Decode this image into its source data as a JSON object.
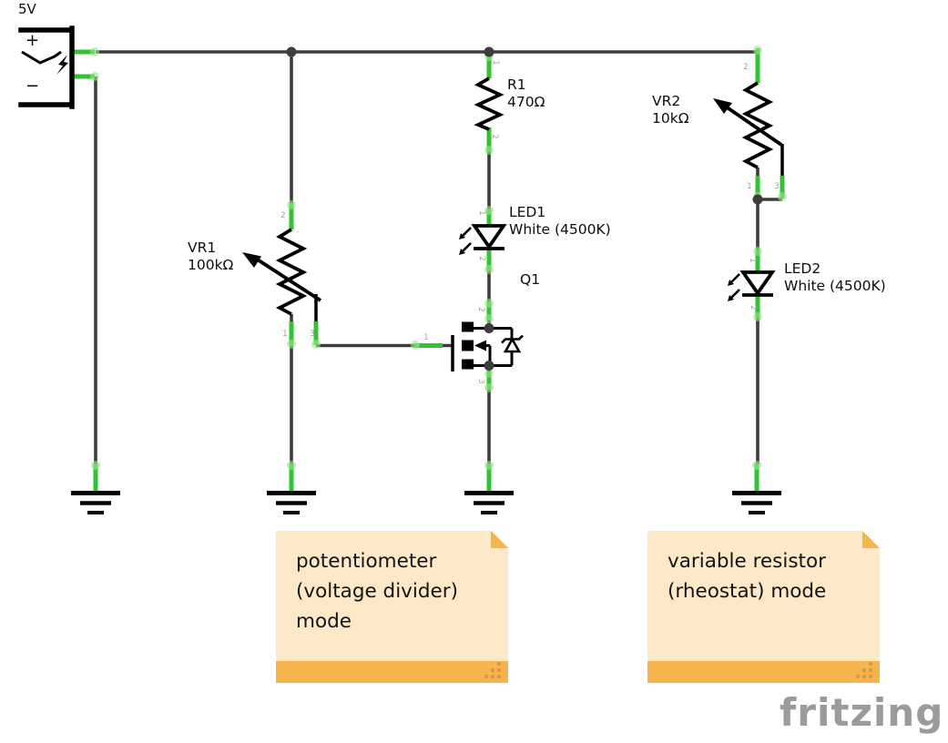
{
  "power_supply": {
    "label": "5V",
    "plus": "+",
    "minus": "−"
  },
  "components": {
    "r1": {
      "ref": "R1",
      "value": "470Ω",
      "pins": {
        "p1": "1",
        "p2": "2"
      }
    },
    "vr1": {
      "ref": "VR1",
      "value": "100kΩ",
      "pins": {
        "p1": "1",
        "p2": "2",
        "p3": "3"
      }
    },
    "vr2": {
      "ref": "VR2",
      "value": "10kΩ",
      "pins": {
        "p1": "1",
        "p2": "2",
        "p3": "3"
      }
    },
    "led1": {
      "ref": "LED1",
      "value": "White (4500K)",
      "pins": {
        "p1": "1",
        "p2": "2"
      }
    },
    "led2": {
      "ref": "LED2",
      "value": "White (4500K)",
      "pins": {
        "p1": "1",
        "p2": "2"
      }
    },
    "q1": {
      "ref": "Q1",
      "pins": {
        "p1": "1",
        "p2": "2",
        "p3": "3"
      }
    }
  },
  "notes": {
    "potentiometer_mode": {
      "text": "potentiometer\n(voltage divider)\nmode"
    },
    "rheostat_mode": {
      "text": "variable resistor\n(rheostat) mode"
    }
  },
  "watermark": {
    "text": "fritzing"
  },
  "colors": {
    "wire": "#3d3d3d",
    "pin": "#31c431",
    "pin_glow": "#98e88a",
    "symbol": "#000000",
    "pin_number": "#9e9e9e",
    "note_fill": "#fde8c8",
    "note_accent": "#f7b44e",
    "note_grip": "#d89c43",
    "watermark": "#9b9b9b",
    "background": "#ffffff"
  }
}
